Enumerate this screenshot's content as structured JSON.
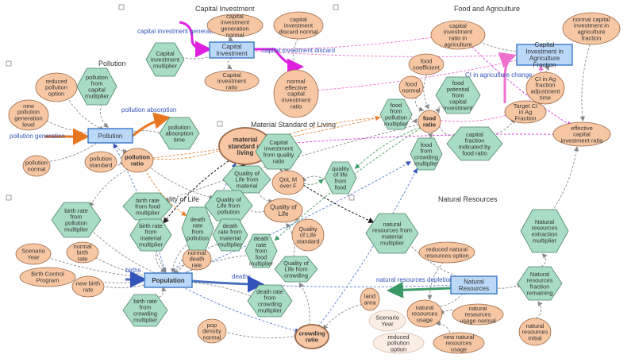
{
  "sectors": {
    "capital_investment": "Capital Investment",
    "food_agriculture": "Food and Agriculture",
    "pollution": "Pollution",
    "material_standard": "Material Standard of Living",
    "quality_of_life": "Quality of Life",
    "natural_resources": "Natural Resources"
  },
  "flows": {
    "capital_investment_generation": "capital investment generation",
    "capital_investment_discard": "capital investment discard",
    "ci_in_agriculture_change": "CI in agriculture change",
    "pollution_generation": "pollution generation",
    "pollution_absorption": "pollution absorption",
    "births": "births",
    "deaths": "deaths",
    "natural_resources_depletion": "natural resources depletion"
  },
  "stocks": {
    "capital_investment": "Capital Investment",
    "ci_in_agriculture": "Capital Investment in Agriculture Fraction",
    "pollution": "Pollution",
    "population": "Population",
    "natural_resources": "Natural Resources"
  },
  "converters": {
    "ci_generation_normal": "capital investment generation normal",
    "ci_discard_normal": "capital investment discard normal",
    "ci_ratio": "Capital investment ratio",
    "normal_effective_ci_ratio": "normal effective capital investment ratio",
    "ci_ratio_agriculture": "capital investment ratio in agriculture",
    "normal_ci_in_ag_fraction": "normal capital investment in agriculture fraction",
    "food_coefficient": "food coefficient",
    "food_normal": "food normal",
    "ci_ag_fraction_adj_time": "CI in Ag fraction adjustment time",
    "target_ci_ag_fraction": "Target CI in Ag Fraction",
    "effective_ci_ratio": "effective capital investment ratio",
    "reduced_pollution_option": "reduced pollution option",
    "new_pollution_generation_level": "new pollution generation level",
    "pollution_normal": "pollution normal",
    "pollution_standard": "pollution standard",
    "pollution_ratio": "pollution ratio",
    "material_standard_of_living": "material standard of living",
    "qol_m_over_f": "QoL M over F",
    "quality_of_life": "Quality of Life",
    "quality_of_life_standard": "Quality of Life standard",
    "food_ratio": "food ratio",
    "scenario_year": "Scenario Year",
    "birth_control_program": "Birth Control Program",
    "normal_birth_rate": "normal birth rate",
    "new_birth_rate": "new birth rate",
    "normal_death_rate": "normal death rate",
    "pop_density_normal": "pop density normal",
    "crowding_ratio": "crowding ratio",
    "land_area": "land area",
    "reduced_natural_resources_option": "reduced natural resources option",
    "natural_resources_usage": "natural resources usage",
    "natural_resources_usage_normal": "natural resources usage normal",
    "new_natural_resources_usage": "new natural resources usage",
    "natural_resources_initial": "natural resources initial",
    "scenario_year_ghost": "Scenario Year",
    "reduced_pollution_option_ghost": "reduced pollution option"
  },
  "multipliers": {
    "ci_multiplier": "Capital investment multiplier",
    "pollution_from_capital": "pollution from capital multiplier",
    "pollution_absorption_time": "pollution absorption time",
    "food_potential_from_capital": "food potential from capital investment",
    "ci_from_quality": "Capital investment from quality ratio",
    "food_from_pollution": "food from pollution multiplier",
    "ci_fraction_by_food_ratio": "capital fraction indicated by food ratio",
    "qol_from_material": "Quality of Life from material",
    "qol_from_food": "quality of life from food",
    "birth_rate_from_food": "birth rate from food multiplier",
    "birth_rate_from_material": "birth rate from material multiplier",
    "birth_rate_from_pollution": "birth rate from pollution multiplier",
    "qol_from_pollution": "Quality of Life from pollution",
    "death_rate_from_pollution": "death rate from pollution",
    "death_rate_from_material": "death rate from material multiplier",
    "death_rate_from_food": "death rate from food multiplier",
    "qol_from_crowding": "Quality of Life from crowding",
    "food_from_crowding": "food from crowding multiplier",
    "natural_resources_from_material": "natural resources from material multiplier",
    "natural_resources_extraction": "Natural resources extraction multiplier",
    "natural_resources_fraction_remaining": "Natural resources fraction remaining",
    "birth_rate_from_crowding": "birth rate from crowding multiplier",
    "death_rate_from_crowding": "death rate from crowding multiplier"
  },
  "colors": {
    "stock_fill": "#bcd8f8",
    "stock_border": "#3a78c8",
    "converter_fill": "#f7c7a4",
    "converter_border": "#9a6848",
    "multiplier_fill": "#a8dcc4",
    "multiplier_border": "#4e8468",
    "pollution_flow": "#e87722",
    "ci_flow": "#e020e0",
    "population_flow": "#4a70c0",
    "resources_flow": "#3a9a66",
    "ag_flow": "#f070d0"
  }
}
